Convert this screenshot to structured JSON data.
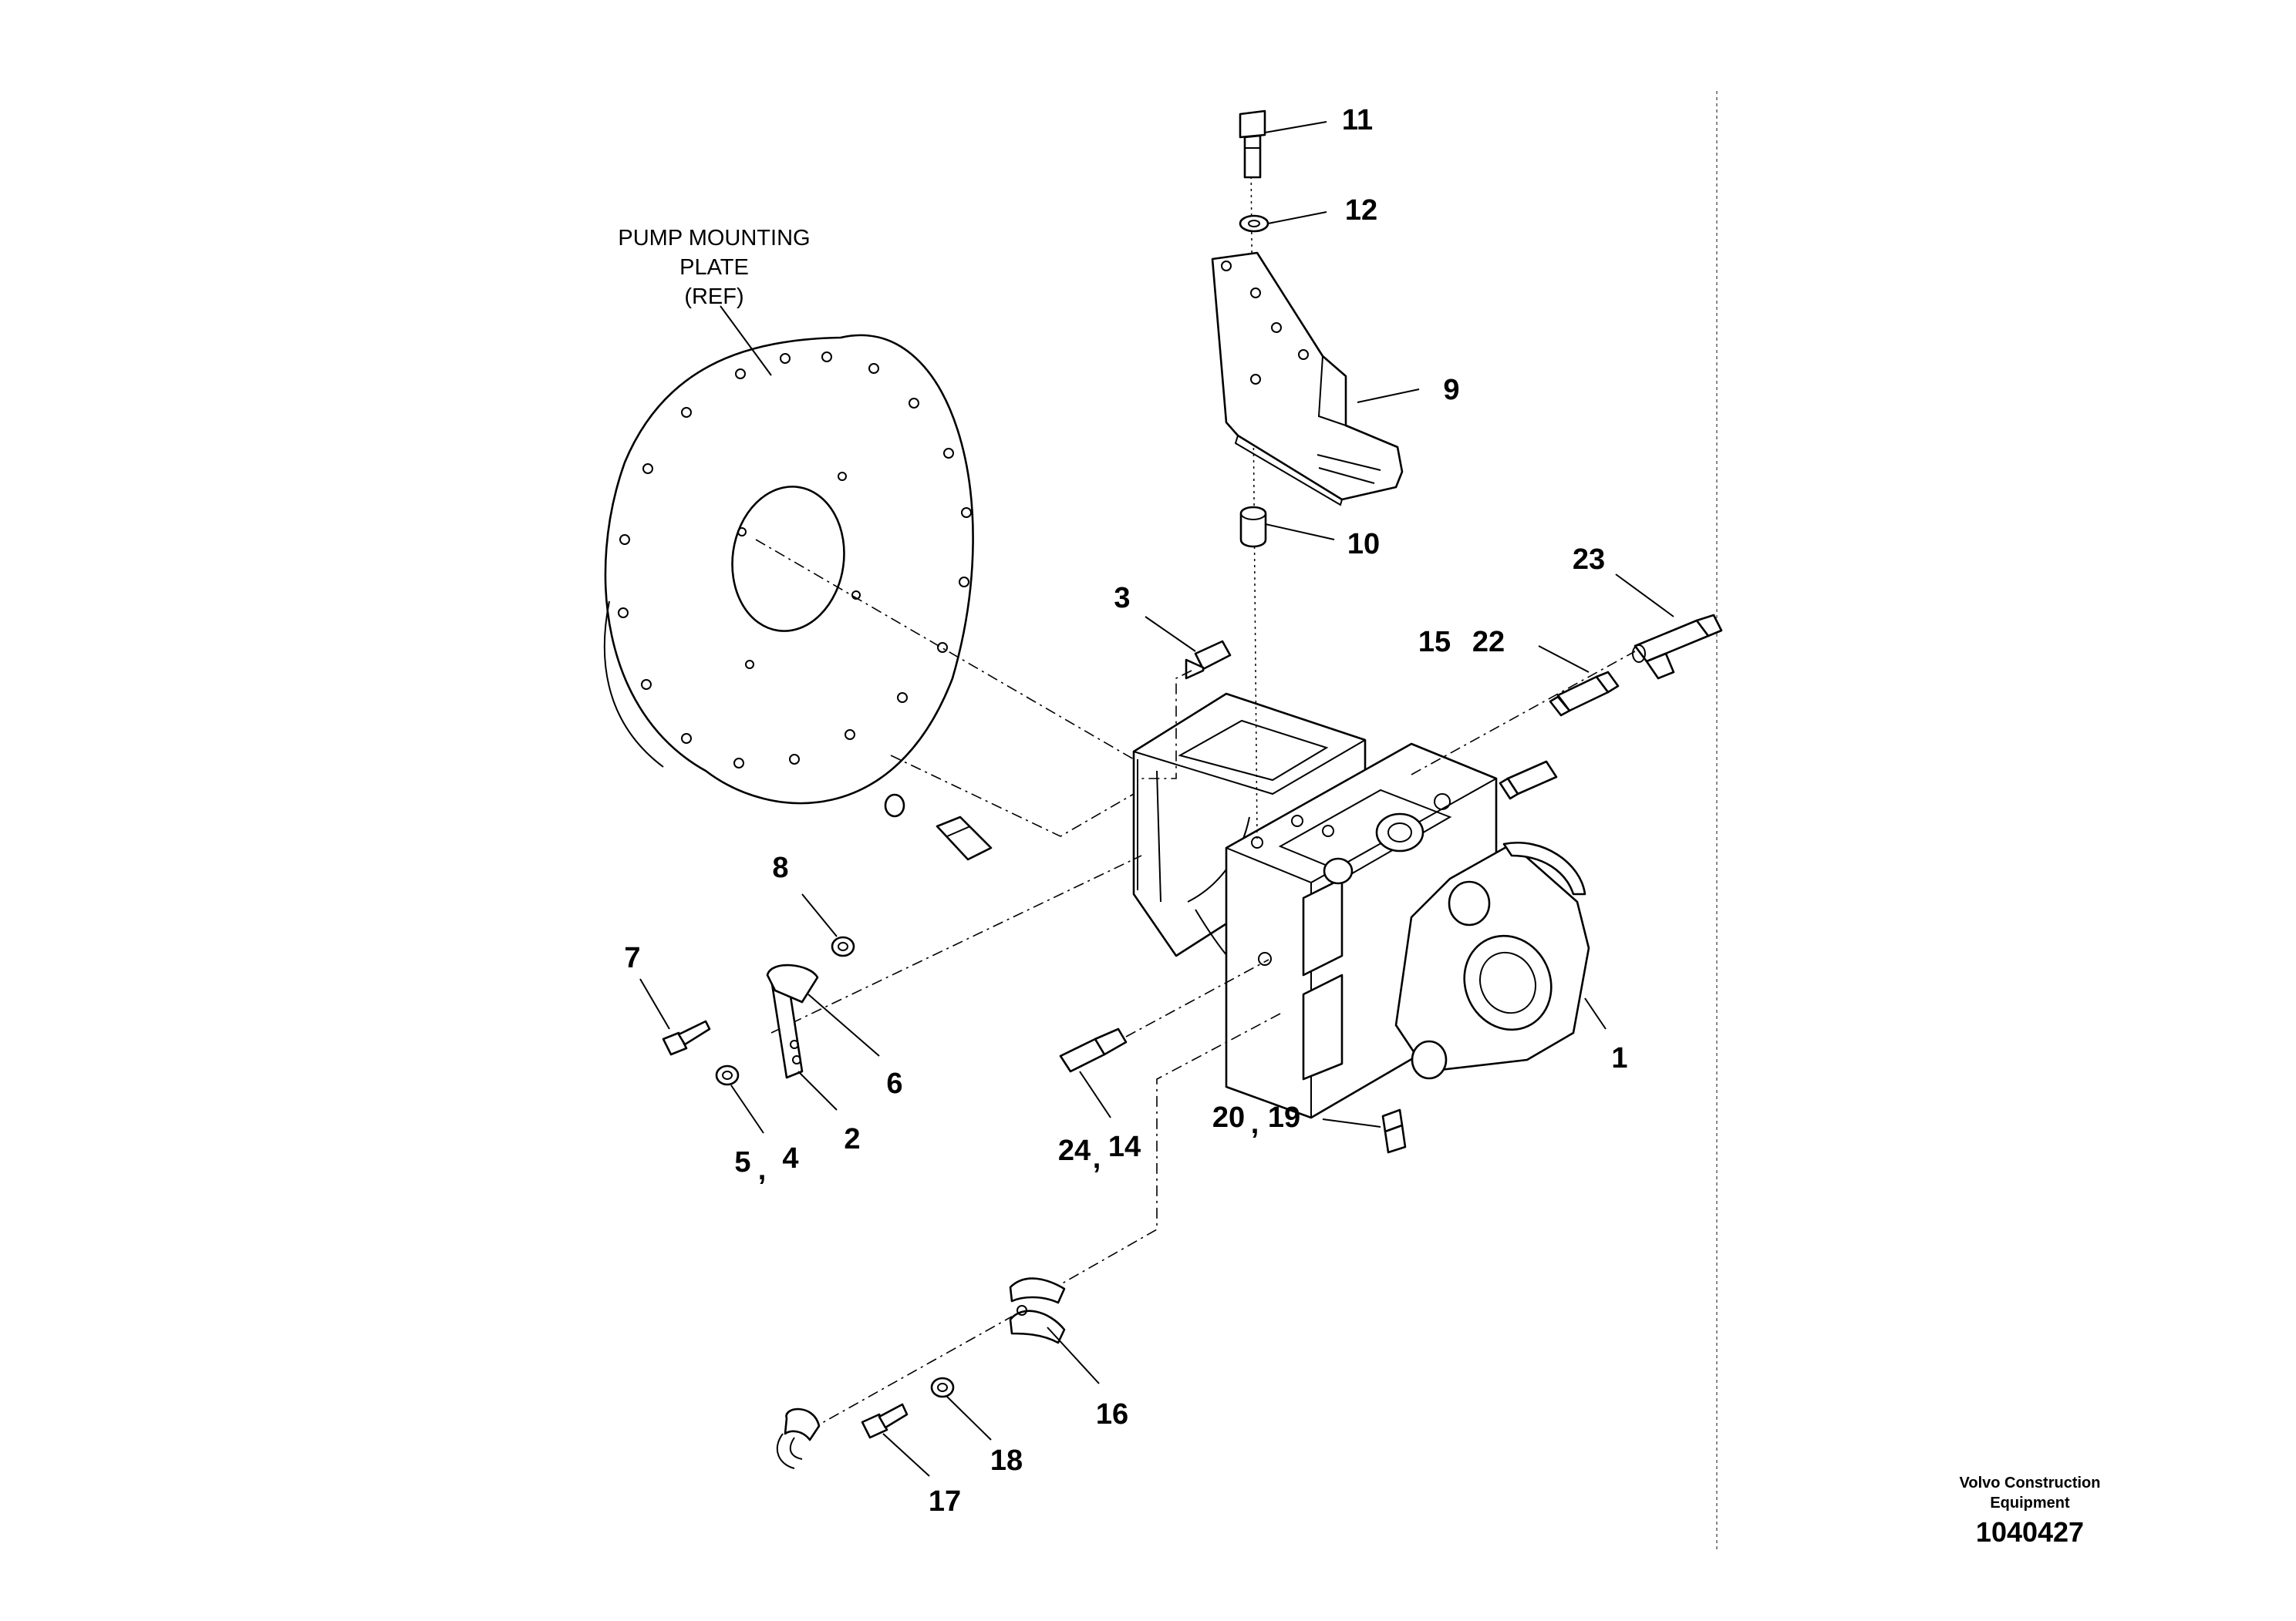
{
  "reference_note": {
    "line1": "PUMP MOUNTING",
    "line2": "PLATE",
    "line3": "(REF)"
  },
  "callouts": {
    "c1": "1",
    "c2": "2",
    "c3": "3",
    "c5_4": "5",
    "c4": "4",
    "c6": "6",
    "c7": "7",
    "c8": "8",
    "c9": "9",
    "c10": "10",
    "c11": "11",
    "c12": "12",
    "c15": "15",
    "c22": "22",
    "c23": "23",
    "c24": "24",
    "c14": "14",
    "c20": "20",
    "c19": "19",
    "c16": "16",
    "c17": "17",
    "c18": "18",
    "separator": ","
  },
  "title_block": {
    "brand_line1": "Volvo Construction",
    "brand_line2": "Equipment",
    "drawing_number": "1040427"
  }
}
